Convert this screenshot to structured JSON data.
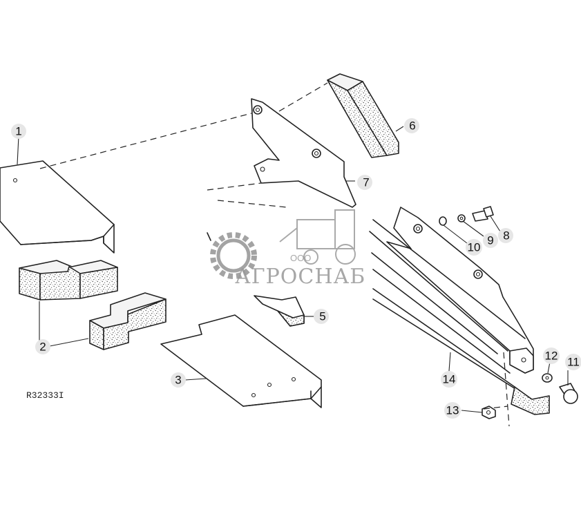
{
  "diagram": {
    "reference_code": "R32333I",
    "callouts": [
      {
        "id": "1",
        "label": "1"
      },
      {
        "id": "2",
        "label": "2"
      },
      {
        "id": "3",
        "label": "3"
      },
      {
        "id": "5",
        "label": "5"
      },
      {
        "id": "6",
        "label": "6"
      },
      {
        "id": "7",
        "label": "7"
      },
      {
        "id": "8",
        "label": "8"
      },
      {
        "id": "9",
        "label": "9"
      },
      {
        "id": "10",
        "label": "10"
      },
      {
        "id": "11",
        "label": "11"
      },
      {
        "id": "12",
        "label": "12"
      },
      {
        "id": "13",
        "label": "13"
      },
      {
        "id": "14",
        "label": "14"
      }
    ]
  },
  "watermark": {
    "company_prefix": "ООО",
    "company_name": "АГРОСНАБ"
  },
  "colors": {
    "line": "#222222",
    "callout_fill": "#e6e6e6",
    "watermark": "#8c8c8c"
  }
}
